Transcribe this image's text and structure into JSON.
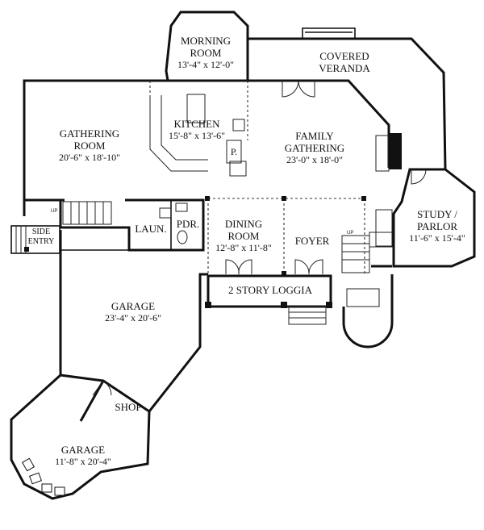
{
  "rooms": {
    "morning_room": {
      "name": "MORNING\nROOM",
      "dims": "13'-4\" x 12'-0\""
    },
    "covered_veranda": {
      "name": "COVERED\nVERANDA"
    },
    "gathering_room": {
      "name": "GATHERING\nROOM",
      "dims": "20'-6\" x 18'-10\""
    },
    "kitchen": {
      "name": "KITCHEN",
      "dims": "15'-8\" x 13'-6\""
    },
    "pantry": {
      "name": "P."
    },
    "family_gathering": {
      "name": "FAMILY\nGATHERING",
      "dims": "23'-0\" x 18'-0\""
    },
    "side_entry": {
      "name": "SIDE\nENTRY"
    },
    "laundry": {
      "name": "LAUN."
    },
    "powder": {
      "name": "PDR."
    },
    "dining_room": {
      "name": "DINING\nROOM",
      "dims": "12'-8\" x 11'-8\""
    },
    "foyer": {
      "name": "FOYER"
    },
    "study_parlor": {
      "name": "STUDY /\nPARLOR",
      "dims": "11'-6\" x 15'-4\""
    },
    "loggia": {
      "name": "2 STORY LOGGIA"
    },
    "garage_main": {
      "name": "GARAGE",
      "dims": "23'-4\" x 20'-6\""
    },
    "shop": {
      "name": "SHOP"
    },
    "garage_small": {
      "name": "GARAGE",
      "dims": "11'-8\" x 20'-4\""
    }
  },
  "stair_labels": {
    "up_left": "UP",
    "up_right": "UP"
  }
}
